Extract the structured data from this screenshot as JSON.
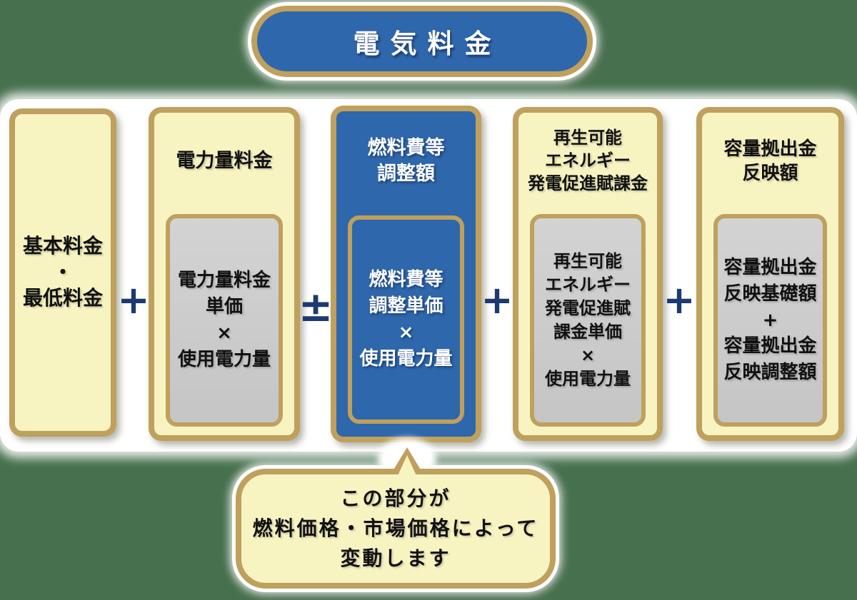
{
  "title": "電気料金",
  "formula": {
    "operators": [
      "+",
      "±",
      "+",
      "+"
    ]
  },
  "columns": [
    {
      "body_lines": [
        "基本料金",
        "・",
        "最低料金"
      ]
    },
    {
      "header_lines": [
        "電力量料金"
      ],
      "inner_lines": [
        "電力量料金",
        "単価",
        "×",
        "使用電力量"
      ]
    },
    {
      "header_lines": [
        "燃料費等",
        "調整額"
      ],
      "inner_lines": [
        "燃料費等",
        "調整単価",
        "×",
        "使用電力量"
      ]
    },
    {
      "header_lines": [
        "再生可能",
        "エネルギー",
        "発電促進賦課金"
      ],
      "inner_lines": [
        "再生可能",
        "エネルギー",
        "発電促進賦",
        "課金単価",
        "×",
        "使用電力量"
      ]
    },
    {
      "header_lines": [
        "容量拠出金",
        "反映額"
      ],
      "inner_lines": [
        "容量拠出金",
        "反映基礎額",
        "+",
        "容量拠出金",
        "反映調整額"
      ]
    }
  ],
  "callout": {
    "lines": [
      "この部分が",
      "燃料価格・市場価格によって",
      "変動します"
    ]
  },
  "colors": {
    "page_background": "#47704e",
    "backdrop_white": "#ffffff",
    "box_border_gold": "#bfa05c",
    "panel_yellow": "#f8f4c2",
    "panel_blue": "#2e67ab",
    "inner_gray": "#cccccd",
    "operator_navy": "#1c3a70",
    "text_dark": "#111111",
    "text_white": "#ffffff"
  }
}
